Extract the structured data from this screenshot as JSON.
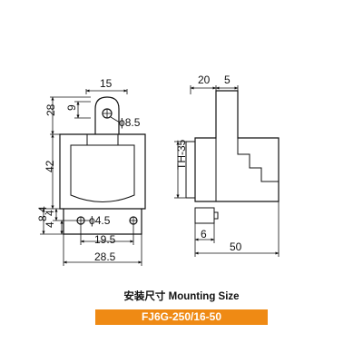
{
  "diagram": {
    "left_view": {
      "dim_top_width": "15",
      "dim_tab_height": "9",
      "dim_upper_height": "28",
      "dim_hole_top": "ϕ8.5",
      "dim_body_height": "42",
      "dim_lower_height": "8.4",
      "dim_small_a": "4",
      "dim_small_b": "4",
      "dim_hole_bottom": "ϕ4.5",
      "dim_hole_spacing": "19.5",
      "dim_overall_width": "28.5"
    },
    "right_view": {
      "dim_top_a": "20",
      "dim_top_b": "5",
      "dim_rail": "TH-35",
      "dim_bottom_offset": "6",
      "dim_overall_depth": "50"
    }
  },
  "caption": {
    "text": "安装尺寸 Mounting Size",
    "model": "FJ6G-250/16-50",
    "model_bg": "#ef8a14"
  }
}
